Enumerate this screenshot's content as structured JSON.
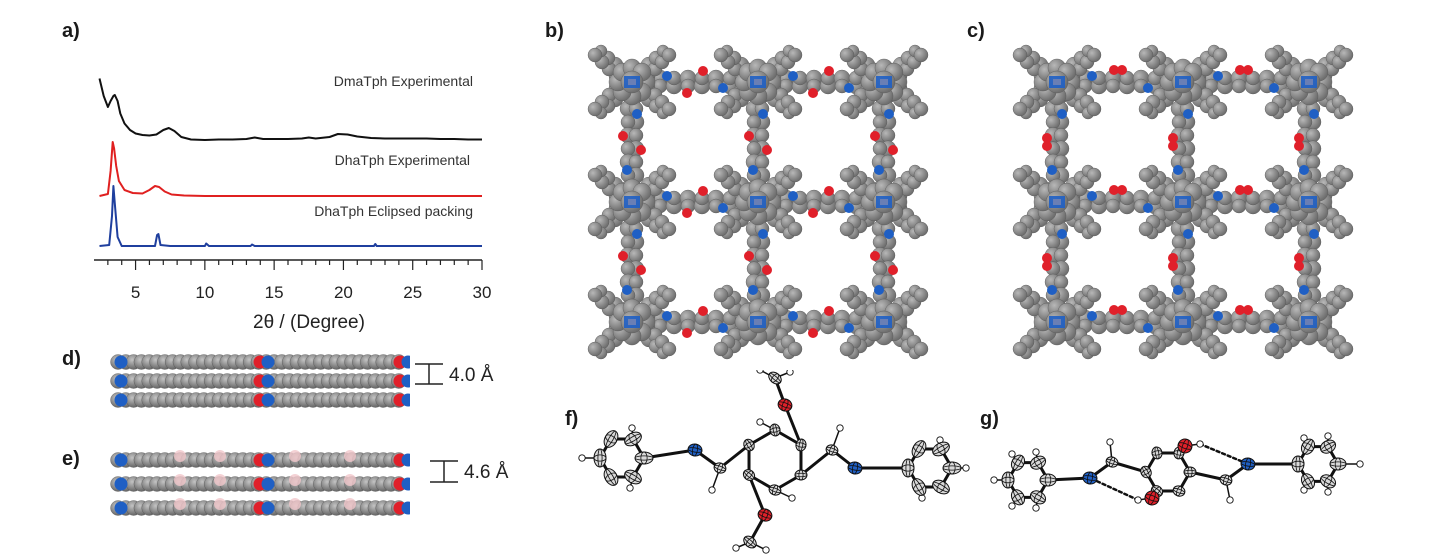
{
  "panel_labels": {
    "a": "a)",
    "b": "b)",
    "c": "c)",
    "d": "d)",
    "e": "e)",
    "f": "f)",
    "g": "g)"
  },
  "chart_data": {
    "type": "line",
    "title": "",
    "xlabel": "2θ / (Degree)",
    "ylabel": "",
    "xlim": [
      2,
      30
    ],
    "x_ticks": [
      5,
      10,
      15,
      20,
      25,
      30
    ],
    "grid": false,
    "series": [
      {
        "name": "DmaTph Experimental",
        "color": "#111111",
        "offset": 2.1,
        "x": [
          2.4,
          2.7,
          3.0,
          3.2,
          3.4,
          3.5,
          3.7,
          3.9,
          4.2,
          4.6,
          5.0,
          5.5,
          6.0,
          6.5,
          7.0,
          7.4,
          7.8,
          8.3,
          9.0,
          10,
          11,
          12,
          13,
          13.6,
          14.2,
          15,
          16,
          17,
          17.5,
          18,
          19,
          19.6,
          20.3,
          21,
          22,
          23,
          24,
          25,
          26,
          27,
          28,
          29,
          30
        ],
        "y": [
          1.25,
          0.9,
          0.68,
          0.8,
          0.9,
          0.92,
          0.8,
          0.55,
          0.35,
          0.22,
          0.15,
          0.12,
          0.11,
          0.13,
          0.22,
          0.26,
          0.2,
          0.08,
          0.03,
          0.02,
          0.03,
          0.03,
          0.04,
          0.07,
          0.04,
          0.04,
          0.04,
          0.05,
          0.07,
          0.05,
          0.08,
          0.14,
          0.13,
          0.09,
          0.06,
          0.05,
          0.05,
          0.05,
          0.05,
          0.04,
          0.04,
          0.03,
          0.03
        ]
      },
      {
        "name": "DhaTph Experimental",
        "color": "#e02020",
        "offset": 1.0,
        "x": [
          2.4,
          3.0,
          3.2,
          3.35,
          3.45,
          3.6,
          3.8,
          4.2,
          4.8,
          5.5,
          6.0,
          6.4,
          6.7,
          7.1,
          7.6,
          8.5,
          10,
          15,
          20,
          25,
          30
        ],
        "y": [
          0.0,
          0.04,
          0.5,
          1.08,
          0.95,
          0.6,
          0.3,
          0.12,
          0.06,
          0.05,
          0.12,
          0.2,
          0.18,
          0.09,
          0.03,
          0.01,
          0.0,
          0.0,
          0.0,
          0.0,
          0.0
        ]
      },
      {
        "name": "DhaTph Eclipsed packing",
        "color": "#1f3f9e",
        "offset": 0.0,
        "x": [
          2.4,
          3.1,
          3.3,
          3.4,
          3.5,
          3.7,
          4.0,
          6.4,
          6.55,
          6.65,
          6.8,
          7.5,
          10.0,
          10.1,
          10.3,
          13.3,
          13.4,
          13.6,
          22.2,
          22.3,
          22.4,
          22.6,
          30
        ],
        "y": [
          0.0,
          0.02,
          0.6,
          1.2,
          0.85,
          0.18,
          0.0,
          0.0,
          0.22,
          0.24,
          0.02,
          0.0,
          0.0,
          0.05,
          0.0,
          0.0,
          0.03,
          0.0,
          0.0,
          0.04,
          0.0,
          0.0,
          0.0
        ]
      }
    ]
  },
  "spacing": {
    "d": "4.0 Å",
    "e": "4.6 Å"
  },
  "atom_colors": {
    "carbon": "#6e6e6e",
    "nitrogen": "#1f5fc4",
    "oxygen": "#e0202a",
    "hydrogen": "#f4f4f4"
  }
}
